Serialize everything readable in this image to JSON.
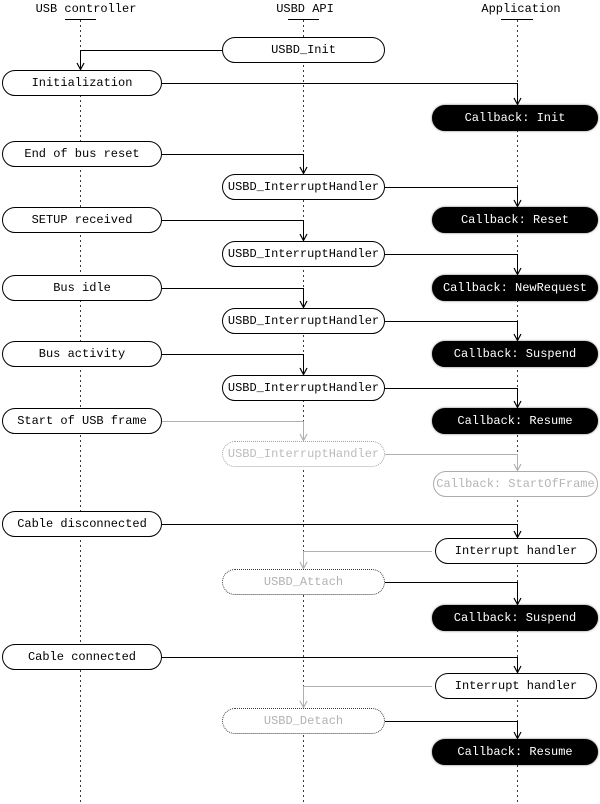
{
  "columns": [
    {
      "label": "USB controller"
    },
    {
      "label": "USBD API"
    },
    {
      "label": "Application"
    }
  ],
  "nodes": {
    "usbd_init": "USBD_Init",
    "initialization": "Initialization",
    "callback_init": "Callback: Init",
    "end_of_bus_reset": "End of bus reset",
    "usbd_interrupt_handler": "USBD_InterruptHandler",
    "callback_reset": "Callback: Reset",
    "setup_received": "SETUP received",
    "callback_new_request": "Callback: NewRequest",
    "bus_idle": "Bus idle",
    "callback_suspend": "Callback: Suspend",
    "bus_activity": "Bus activity",
    "callback_resume": "Callback: Resume",
    "start_of_usb_frame": "Start of USB frame",
    "callback_start_of_frame": "Callback: StartOfFrame",
    "cable_disconnected": "Cable disconnected",
    "interrupt_handler": "Interrupt handler",
    "usbd_attach": "USBD_Attach",
    "cable_connected": "Cable connected",
    "usbd_detach": "USBD_Detach"
  },
  "colors": {
    "line": "#000000",
    "dim_line": "#b0b0b0",
    "lifeline": "#3a3a3a",
    "callback_bg": "#000000",
    "callback_text": "#ffffff",
    "background": "#ffffff"
  }
}
